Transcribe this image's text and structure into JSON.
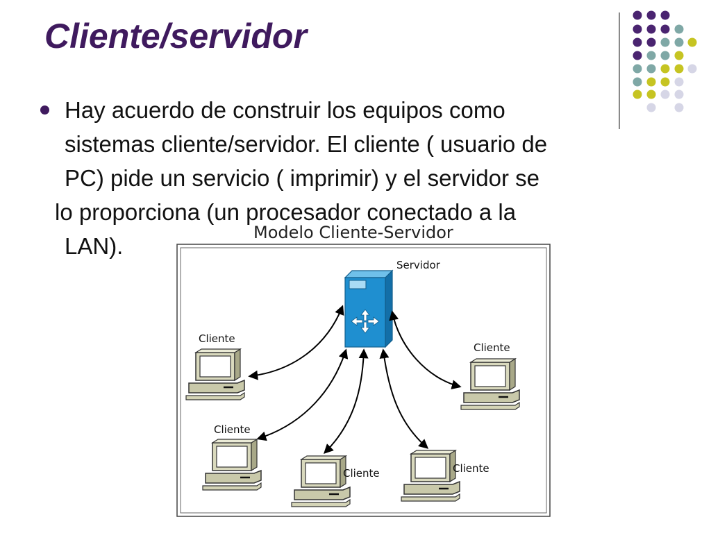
{
  "slide": {
    "title": "Cliente/servidor",
    "accent_color": "#3f1a5e",
    "bullet_lines": [
      "Hay  acuerdo de construir los equipos  como",
      "sistemas cliente/servidor. El cliente ( usuario de",
      "PC) pide un servicio ( imprimir) y el servidor se",
      "lo proporciona (un procesador conectado a la",
      "LAN)."
    ]
  },
  "diagram": {
    "title": "Modelo Cliente-Servidor",
    "server_label": "Servidor",
    "client_label": "Cliente",
    "server_color": "#1f8fd0",
    "client_color": "#cfcfb0"
  },
  "decoration": {
    "dot_colors": [
      "#4a2470",
      "#7fa8a6",
      "#c6c422",
      "#d6d6e6"
    ]
  }
}
